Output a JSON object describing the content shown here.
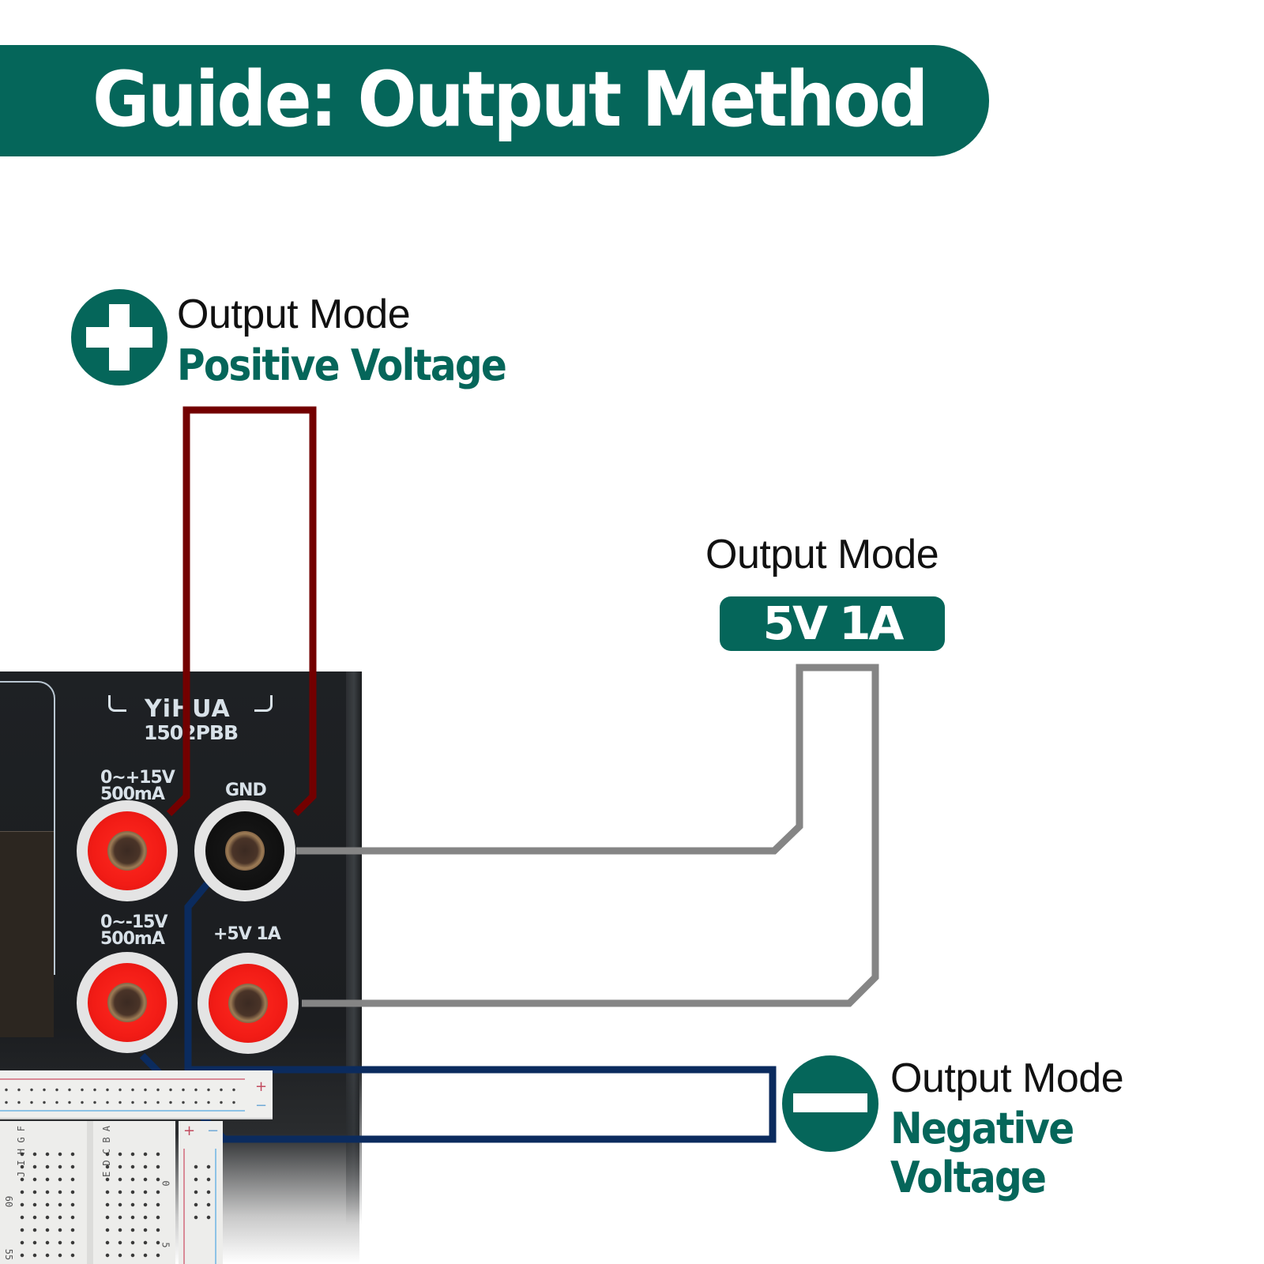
{
  "header": {
    "title": "Guide: Output Method"
  },
  "modes": {
    "positive": {
      "line1": "Output Mode",
      "line2": "Positive Voltage",
      "icon": "plus-icon"
    },
    "fixed": {
      "line1": "Output Mode",
      "badge": "5V 1A"
    },
    "negative": {
      "line1": "Output Mode",
      "line2": "Negative Voltage",
      "icon": "minus-icon"
    }
  },
  "device": {
    "brand": "YiHUA",
    "model": "1502PBB",
    "terminals": [
      {
        "id": "pos",
        "label_line1": "0~+15V",
        "label_line2": "500mA",
        "color": "red"
      },
      {
        "id": "gnd",
        "label_line1": "GND",
        "label_line2": "",
        "color": "black"
      },
      {
        "id": "neg",
        "label_line1": "0~-15V",
        "label_line2": "500mA",
        "color": "red"
      },
      {
        "id": "5v",
        "label_line1": "+5V 1A",
        "label_line2": "",
        "color": "red"
      }
    ]
  },
  "breadboard": {
    "row_labels_left": "J I H G F",
    "row_labels_right": "E D C B A",
    "numbers": [
      "60",
      "55",
      "0",
      "5"
    ],
    "plus": "+",
    "minus": "−"
  },
  "colors": {
    "brand_teal": "#05665a",
    "positive_wire": "#730000",
    "fixed_wire": "#858585",
    "negative_wire": "#0b2b5e"
  }
}
